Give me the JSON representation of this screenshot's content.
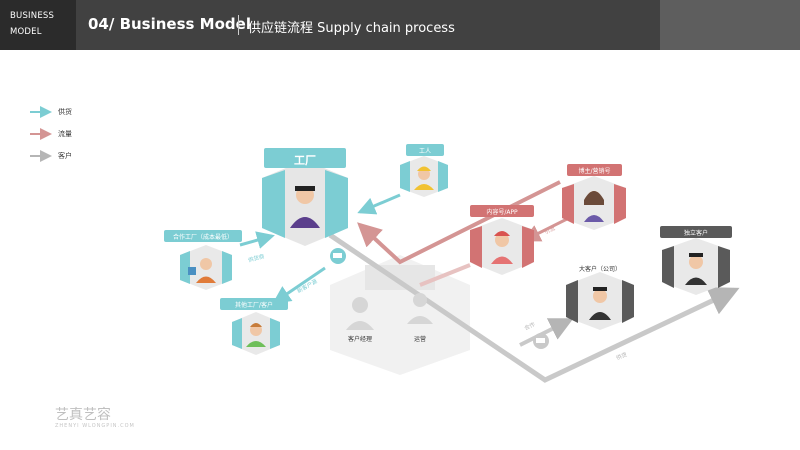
{
  "header": {
    "badge_line1": "BUSINESS",
    "badge_line2": "MODEL",
    "title": "04/ Business Model",
    "subtitle": "供应链流程 Supply chain process"
  },
  "legend": [
    {
      "label": "供货",
      "color": "#7ccdd3"
    },
    {
      "label": "流量",
      "color": "#d49594"
    },
    {
      "label": "客户",
      "color": "#b5b5b5"
    }
  ],
  "nodes": {
    "factory": "工厂",
    "worker": "工人",
    "partner_factory": "合作工厂（成本最低）",
    "other_factory": "其他工厂/客户",
    "streamer": "内容号/APP",
    "blogger": "博主/营销号",
    "account_manager": "客户经理",
    "operations": "运营",
    "big_client": "大客户（公司）",
    "independent_client": "独立客户"
  },
  "arrow_labels": {
    "supply_1": "供货商",
    "supply_2": "新客户源",
    "traffic": "引流",
    "deal": "合作",
    "supply_3": "供货"
  },
  "colors": {
    "teal": "#7ccdd3",
    "traffic": "#d49594",
    "client": "#b5b5b5",
    "header": "#414141"
  },
  "watermark": {
    "text": "艺真艺容",
    "sub": "ZHENYI WLONGPIN.COM"
  }
}
